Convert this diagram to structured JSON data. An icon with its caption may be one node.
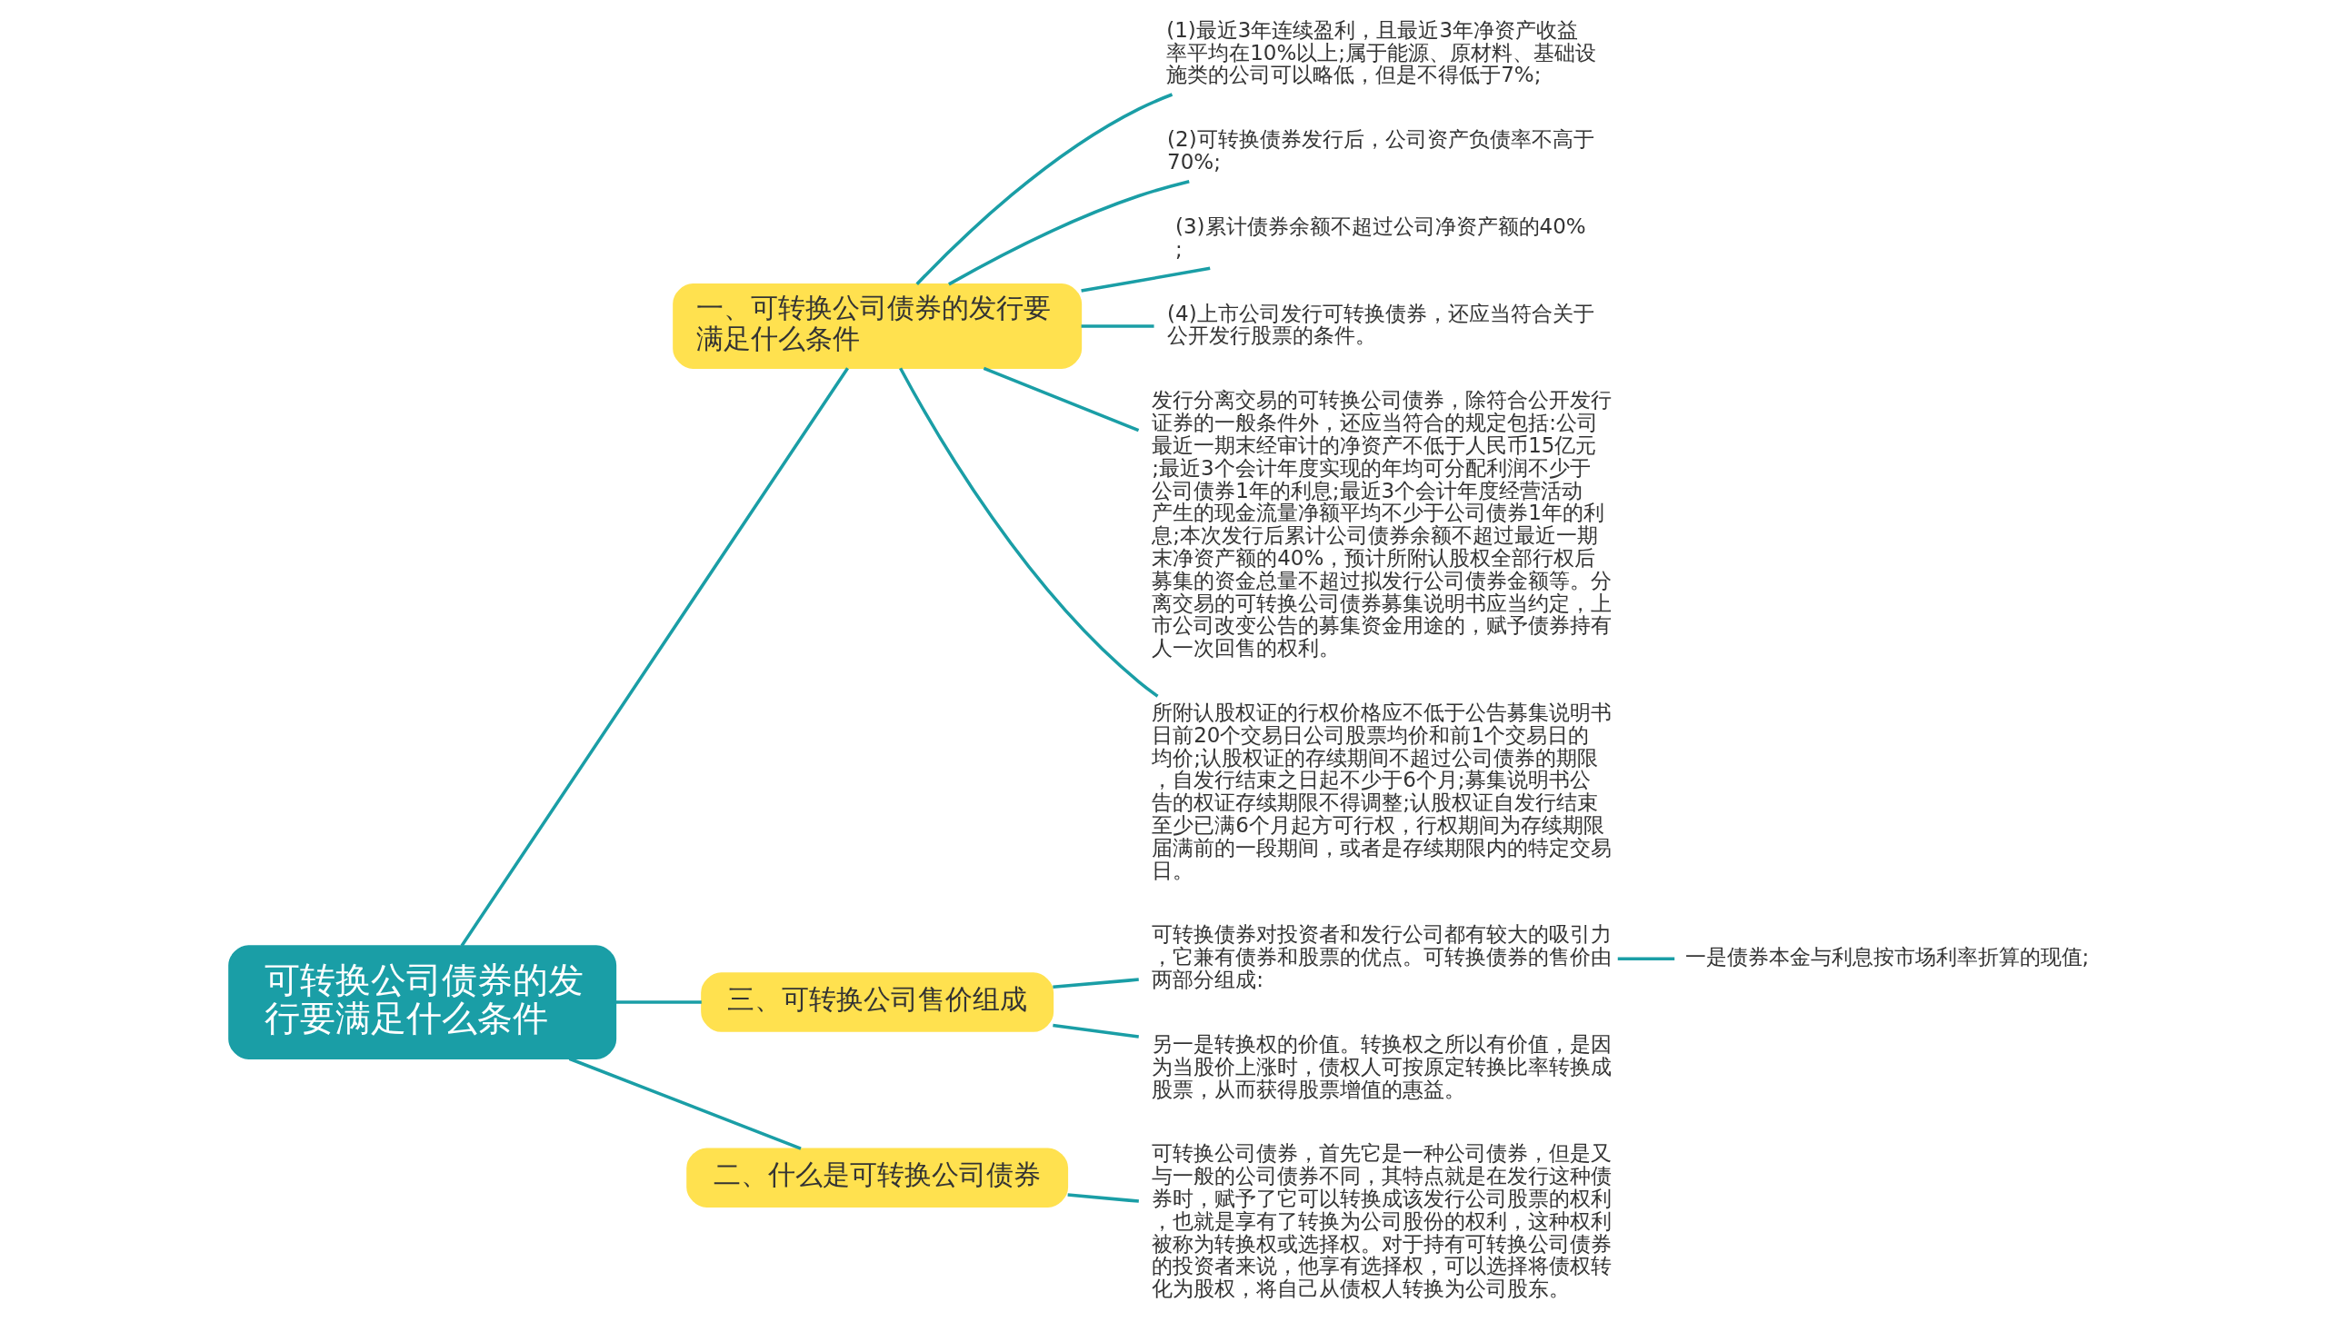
{
  "diagram": {
    "nodes": [
      {
        "text": [
          "可转换公司债券的发行要满足什么条件"
        ]
      },
      {
        "text": [
          "一、可转换公司债券的发行要满足什么条件"
        ]
      },
      {
        "text": [
          "(1)最近3年连续盈利，且最近3年净资产收益率平均在10%以上;属于能源、原材料、基础设施类的公司可以略低，但是不得低于7%;"
        ]
      },
      {
        "text": [
          "(2)可转换债券发行后，公司资产负债率不高于70%;"
        ]
      },
      {
        "text": [
          "(3)累计债券余额不超过公司净资产额的40%;"
        ]
      },
      {
        "text": [
          "(4)上市公司发行可转换债券，还应当符合关于公开发行股票的条件。"
        ]
      },
      {
        "text": [
          "发行分离交易的可转换公司债券，除符合公开发行证券的一般条件外，还应当符合的规定包括:公司最近一期末经审计的净资产不低于人民币15亿元;最近3个会计年度实现的年均可分配利润不少于公司债券1年的利息;最近3个会计年度经营活动产生的现金流量净额平均不少于公司债券1年的利息;本次发行后累计公司债券余额不超过最近一期末净资产额的40%，预计所附认股权全部行权后募集的资金总量不超过拟发行公司债券金额等。分离交易的可转换公司债券募集说明书应当约定，上市公司改变公告的募集资金用途的，赋予债券持有人一次回售的权利。"
        ]
      },
      {
        "text": [
          "所附认股权证的行权价格应不低于公告募集说明书日前20个交易日公司股票均价和前1个交易日的均价;认股权证的存续期间不超过公司债券的期限，自发行结束之日起不少于6个月;募集说明书公告的权证存续期限不得调整;认股权证自发行结束至少已满6个月起方可行权，行权期间为存续期限届满前的一段期间，或者是存续期限内的特定交易日。"
        ]
      },
      {
        "text": [
          "三、可转换公司售价组成"
        ]
      },
      {
        "text": [
          "可转换债券对投资者和发行公司都有较大的吸引力，它兼有债券和股票的优点。可转换债券的售价由两部分组成:"
        ]
      },
      {
        "text": [
          "一是债券本金与利息按市场利率折算的现值;"
        ]
      },
      {
        "text": [
          "另一是转换权的价值。转换权之所以有价值，是因为当股价上涨时，债权人可按原定转换比率转换成股票，从而获得股票增值的惠益。"
        ]
      },
      {
        "text": [
          "二、什么是可转换公司债券"
        ]
      },
      {
        "text": [
          "可转换公司债券，首先它是一种公司债券，但是又与一般的公司债券不同，其特点就是在发行这种债券时，赋予了它可以转换成该发行公司股票的权利，也就是享有了转换为公司股份的权利，这种权利被称为转换权或选择权。对于持有可转换公司债券的投资者来说，他享有选择权，可以选择将债权转化为股权，将自己从债权人转换为公司股东。"
        ]
      }
    ],
    "edges": [
      {
        "from": 0,
        "to": 1,
        "arrow": "none"
      },
      {
        "from": 1,
        "to": 2,
        "arrow": "none"
      },
      {
        "from": 1,
        "to": 3,
        "arrow": "none"
      },
      {
        "from": 1,
        "to": 4,
        "arrow": "none"
      },
      {
        "from": 1,
        "to": 5,
        "arrow": "none"
      },
      {
        "from": 1,
        "to": 6,
        "arrow": "none"
      },
      {
        "from": 1,
        "to": 7,
        "arrow": "none"
      },
      {
        "from": 0,
        "to": 8,
        "arrow": "none"
      },
      {
        "from": 8,
        "to": 9,
        "arrow": "none"
      },
      {
        "from": 9,
        "to": 10,
        "arrow": "none"
      },
      {
        "from": 8,
        "to": 11,
        "arrow": "none"
      },
      {
        "from": 0,
        "to": 12,
        "arrow": "none"
      },
      {
        "from": 12,
        "to": 13,
        "arrow": "none"
      }
    ]
  }
}
